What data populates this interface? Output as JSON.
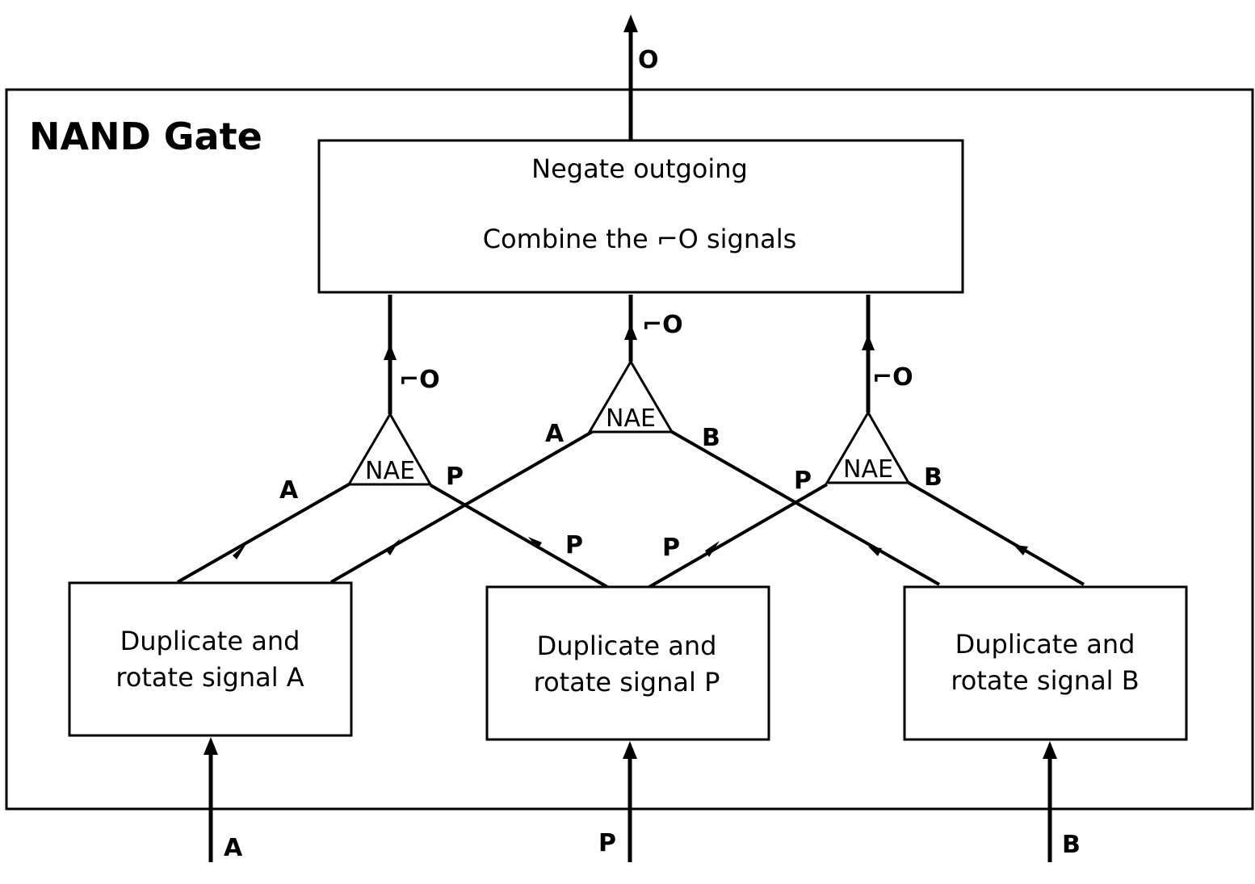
{
  "title": "NAND Gate",
  "output_label": "O",
  "combine_box": {
    "line1": "Negate outgoing",
    "line2": "Combine the ⌐O signals"
  },
  "dup_boxes": [
    {
      "line1": "Duplicate and",
      "line2": "rotate signal A"
    },
    {
      "line1": "Duplicate and",
      "line2": "rotate signal P"
    },
    {
      "line1": "Duplicate and",
      "line2": "rotate signal B"
    }
  ],
  "gates": [
    {
      "label": "NAE",
      "left_input": "A",
      "right_input": "P",
      "output": "⌐O"
    },
    {
      "label": "NAE",
      "left_input": "A",
      "right_input": "B",
      "output": "⌐O"
    },
    {
      "label": "NAE",
      "left_input": "P",
      "right_input": "B",
      "output": "⌐O"
    }
  ],
  "wire_labels": {
    "p_from_middle_left": "P",
    "p_from_middle_right": "P"
  },
  "inputs": [
    "A",
    "P",
    "B"
  ]
}
